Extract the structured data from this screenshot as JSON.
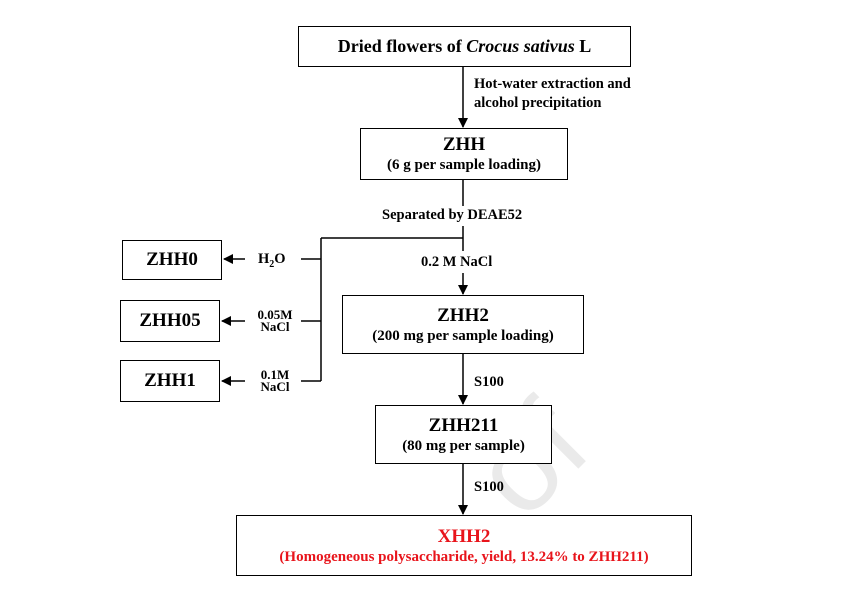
{
  "nodes": {
    "source": {
      "prefix": "Dried flowers of ",
      "species": "Crocus sativus",
      "suffix": " L"
    },
    "zhh": {
      "title": "ZHH",
      "subtitle": "(6 g per sample loading)"
    },
    "zhh0": {
      "title": "ZHH0"
    },
    "zhh05": {
      "title": "ZHH05"
    },
    "zhh1": {
      "title": "ZHH1"
    },
    "zhh2": {
      "title": "ZHH2",
      "subtitle": "(200 mg per sample loading)"
    },
    "zhh211": {
      "title": "ZHH211",
      "subtitle": "(80 mg per sample)"
    },
    "xhh2": {
      "title": "XHH2",
      "subtitle": "(Homogeneous polysaccharide, yield, 13.24% to ZHH211)"
    }
  },
  "edges": {
    "extraction_line1": "Hot-water extraction and",
    "extraction_line2": "alcohol precipitation",
    "deae": "Separated by DEAE52",
    "nacl_02": "0.2 M NaCl",
    "water_h": "H",
    "water_sub": "2",
    "water_o": "O",
    "nacl_005_top": "0.05M",
    "nacl_005_bottom": "NaCl",
    "nacl_01_top": "0.1M",
    "nacl_01_bottom": "NaCl",
    "s100_first": "S100",
    "s100_second": "S100"
  },
  "colors": {
    "text": "#000000",
    "highlight": "#e8141b",
    "watermark": "#eaeaea"
  }
}
